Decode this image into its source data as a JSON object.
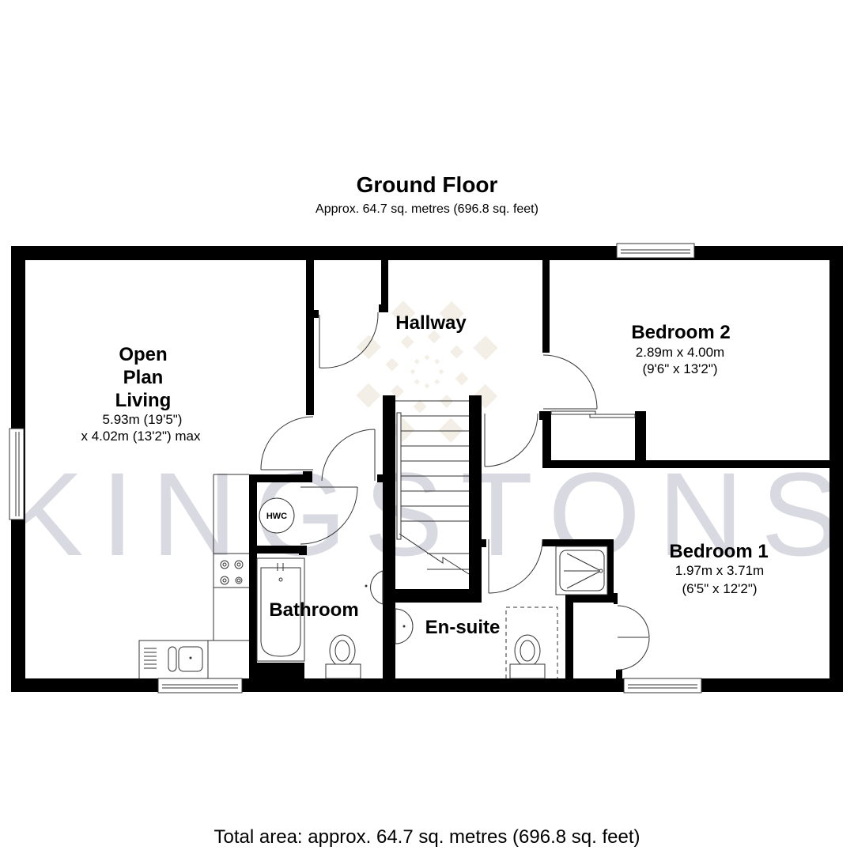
{
  "header": {
    "title": "Ground Floor",
    "subtitle": "Approx. 64.7 sq. metres (696.8 sq. feet)"
  },
  "watermark": "KINGSTONS",
  "rooms": {
    "living": {
      "name_lines": [
        "Open",
        "Plan",
        "Living"
      ],
      "dim_lines": [
        "5.93m (19'5\")",
        "x 4.02m (13'2\") max"
      ]
    },
    "hallway": {
      "name": "Hallway"
    },
    "bedroom2": {
      "name": "Bedroom 2",
      "dim_lines": [
        "2.89m x 4.00m",
        "(9'6\" x 13'2\")"
      ]
    },
    "bedroom1": {
      "name": "Bedroom 1",
      "dim_lines": [
        "1.97m x 3.71m",
        "(6'5\" x 12'2\")"
      ]
    },
    "bathroom": {
      "name": "Bathroom"
    },
    "ensuite": {
      "name": "En-suite"
    },
    "cupboard": {
      "label": "HWC"
    }
  },
  "footer": {
    "total": "Total area: approx. 64.7 sq. metres (696.8 sq. feet)"
  }
}
